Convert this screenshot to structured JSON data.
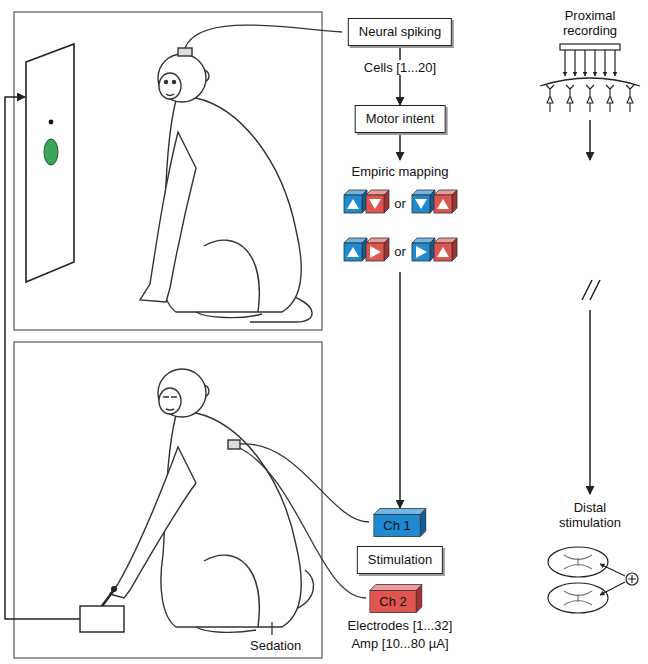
{
  "diagram": {
    "nodes": [
      {
        "text": [
          "Neural spiking"
        ]
      },
      {
        "text": [
          "Motor intent"
        ]
      },
      {
        "text": [
          "Empiric mapping",
          "or",
          "or"
        ]
      },
      {
        "text": [
          "Ch 1"
        ]
      },
      {
        "text": [
          "Stimulation"
        ]
      },
      {
        "text": [
          "Ch 2"
        ]
      }
    ],
    "edges": [
      {
        "from": 0,
        "to": 1,
        "arrow": "to"
      },
      {
        "from": 1,
        "to": 2,
        "arrow": "to"
      },
      {
        "from": 2,
        "to": 3,
        "arrow": "to"
      }
    ],
    "labels": [
      "Cells [1...20]",
      "Proximal recording",
      "Distal stimulation",
      "Sedation",
      "Electrodes [1...32]",
      "Amp [10...80 µA]"
    ]
  }
}
